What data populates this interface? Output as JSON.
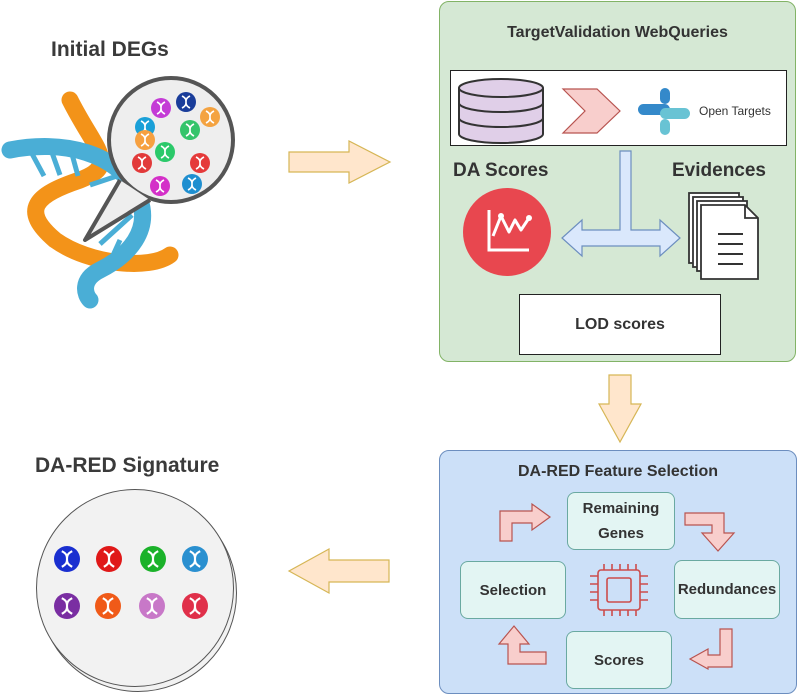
{
  "left_top_title": "Initial DEGs",
  "left_bottom_title": "DA-RED Signature",
  "target_validation": {
    "title": "TargetValidation WebQueries",
    "open_targets_label": "Open Targets",
    "da_scores_label": "DA Scores",
    "evidences_label": "Evidences",
    "lod_label": "LOD scores"
  },
  "feature_selection": {
    "title": "DA-RED Feature Selection",
    "remaining_genes": "Remaining Genes",
    "redundances": "Redundances",
    "scores": "Scores",
    "selection": "Selection"
  },
  "colors": {
    "green_panel": "#d5e8d4",
    "blue_panel": "#cce0f8",
    "flow_arrow": "#ffe6cc",
    "cycle_arrow": "#f8cecc",
    "da_score_icon": "#e8474f"
  },
  "initial_gene_colors": [
    "#c43bd6",
    "#1a3d9a",
    "#1aa0d8",
    "#35c46b",
    "#f4a341",
    "#e23a3a",
    "#2bc96a",
    "#e53a3a",
    "#d430c8",
    "#1f8fd0",
    "#f6a040"
  ],
  "signature_gene_colors": [
    "#1a2fd0",
    "#e01818",
    "#1bb22a",
    "#2a90d0",
    "#7a2ea2",
    "#f05a18",
    "#c878c8",
    "#e0304a"
  ]
}
